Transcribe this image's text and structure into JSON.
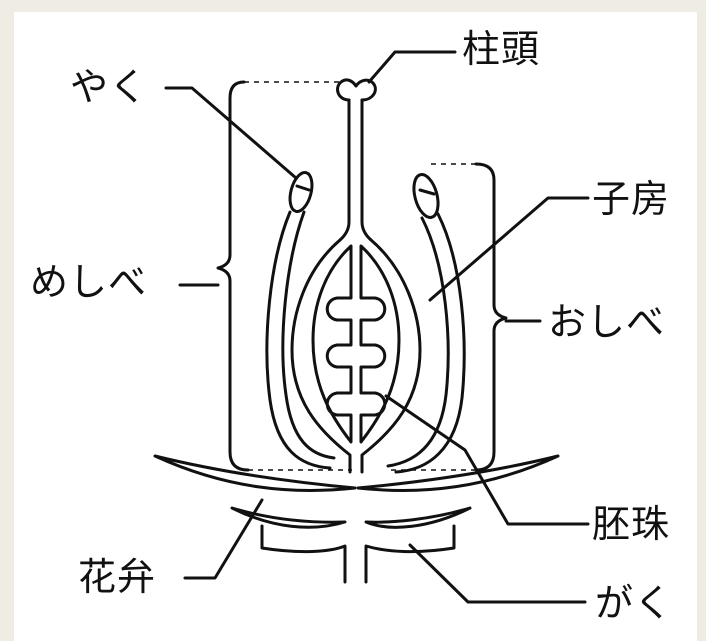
{
  "diagram": {
    "labels": {
      "stigma": "柱頭",
      "anther": "やく",
      "pistil": "めしべ",
      "ovary": "子房",
      "stamen": "おしべ",
      "ovule": "胚珠",
      "petal": "花弁",
      "sepal": "がく"
    }
  }
}
